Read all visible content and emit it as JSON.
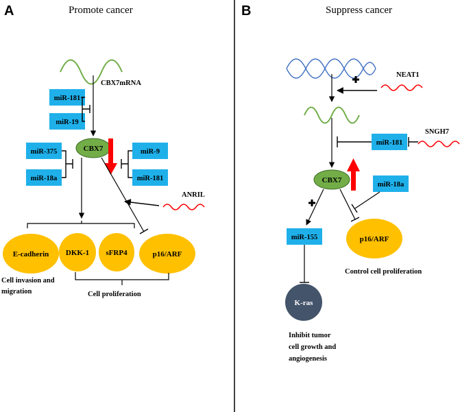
{
  "panels": {
    "a": {
      "letter": "A",
      "title": "Promote cancer",
      "mrna_label": "CBX7mRNA",
      "cbx7": "CBX7",
      "mirs": {
        "mir181_top": "miR-181",
        "mir19": "miR-19",
        "mir375": "miR-375",
        "mir18a": "miR-18a",
        "mir9": "miR-9",
        "mir181_right": "miR-181"
      },
      "anril": "ANRIL",
      "targets": {
        "ecadherin": "E-cadherin",
        "dkk1": "DKK-1",
        "sfrp4": "sFRP4",
        "p16arf": "p16/ARF"
      },
      "notes": {
        "invasion_line1": "Cell invasion and",
        "invasion_line2": "migration",
        "proliferation": "Cell proliferation"
      }
    },
    "b": {
      "letter": "B",
      "title": "Suppress cancer",
      "neat1": "NEAT1",
      "sngh7": "SNGH7",
      "mir181": "miR-181",
      "cbx7": "CBX7",
      "mir18a": "miR-18a",
      "mir155": "miR-155",
      "p16arf": "p16/ARF",
      "kras": "K-ras",
      "notes": {
        "control_prolif": "Control cell proliferation",
        "inhibit_line1": "Inhibit tumor",
        "inhibit_line2": "cell growth and",
        "inhibit_line3": "angiogenesis"
      }
    }
  },
  "colors": {
    "mir_box": "#1fb0ea",
    "cbx7_node": "#72ad47",
    "target_node": "#ffc000",
    "kras_node": "#44546a",
    "green_wave": "#70ad47",
    "blue_wave": "#4472c4",
    "red": "#ff0000",
    "divider": "#000000"
  }
}
